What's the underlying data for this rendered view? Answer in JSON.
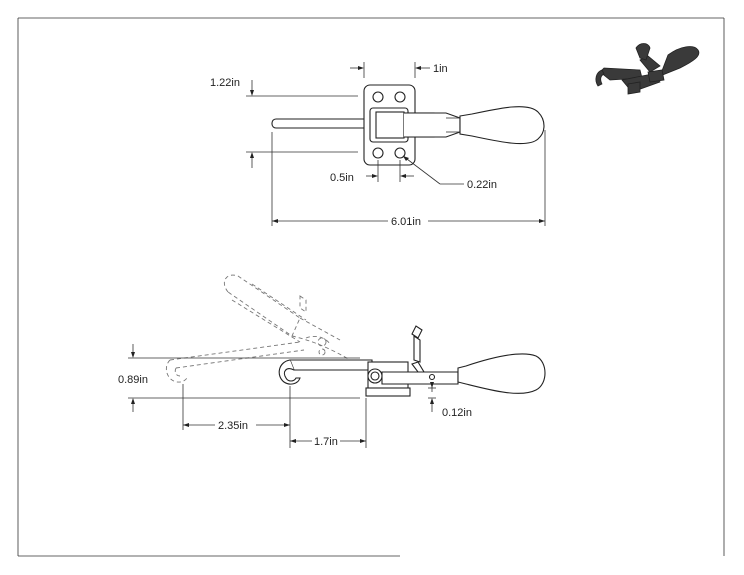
{
  "top_view": {
    "dims": {
      "hole_vertical": "1.22in",
      "base_width": "1in",
      "hole_spacing": "0.5in",
      "hole_diameter": "0.22in",
      "overall_length": "6.01in"
    }
  },
  "side_view": {
    "dims": {
      "height": "0.89in",
      "open_travel": "2.35in",
      "reach": "1.7in",
      "pivot_offset": "0.12in"
    }
  }
}
